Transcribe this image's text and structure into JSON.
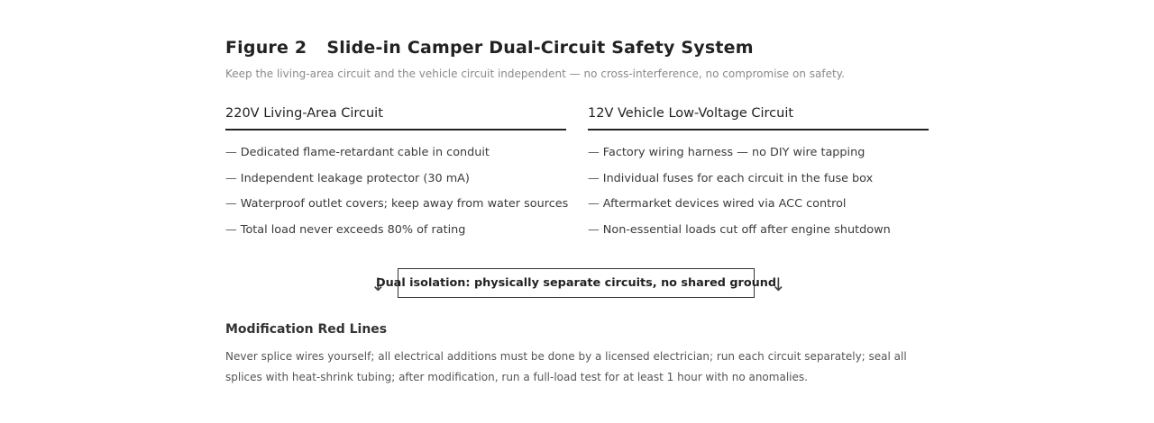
{
  "figure": {
    "number": "Figure 2",
    "title": "Slide-in Camper Dual-Circuit Safety System",
    "subtitle": "Keep the living-area circuit and the vehicle circuit independent — no cross-interference, no compromise on safety."
  },
  "left_column": {
    "heading": "220V Living-Area Circuit",
    "items": [
      "Dedicated flame-retardant cable in conduit",
      "Independent leakage protector (30 mA)",
      "Waterproof outlet covers; keep away from water sources",
      "Total load never exceeds 80% of rating"
    ]
  },
  "right_column": {
    "heading": "12V Vehicle Low-Voltage Circuit",
    "items": [
      "Factory wiring harness — no DIY wire tapping",
      "Individual fuses for each circuit in the fuse box",
      "Aftermarket devices wired via ACC control",
      "Non-essential loads cut off after engine shutdown"
    ]
  },
  "item_prefix": "—",
  "isolation": {
    "label": "Dual isolation: physically separate circuits, no shared ground",
    "arrow": "↓"
  },
  "red_lines": {
    "heading": "Modification Red Lines",
    "body": "Never splice wires yourself; all electrical additions must be done by a licensed electrician; run each circuit separately; seal all splices with heat-shrink tubing; after modification, run a full-load test for at least 1 hour with no anomalies."
  }
}
